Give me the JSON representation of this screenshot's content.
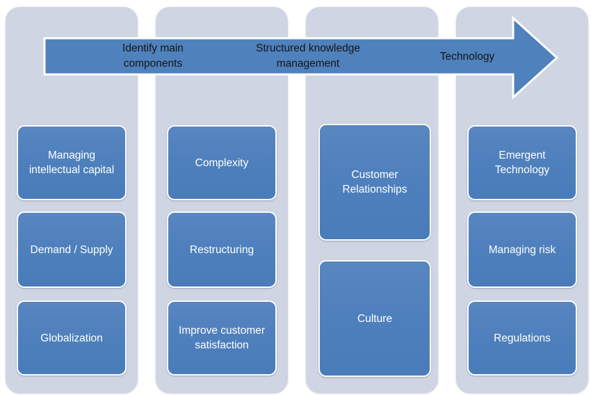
{
  "arrow": {
    "labels": [
      "Identify main components",
      "Structured knowledge management",
      "Technology"
    ],
    "fill_color": "#4f81bd",
    "border_color": "#ffffff",
    "text_color": "#151515"
  },
  "columns": [
    {
      "boxes": [
        "Managing intellectual capital",
        "Demand / Supply",
        "Globalization"
      ]
    },
    {
      "boxes": [
        "Complexity",
        "Restructuring",
        "Improve customer satisfaction"
      ]
    },
    {
      "boxes": [
        "Customer Relationships",
        "Culture"
      ]
    },
    {
      "boxes": [
        "Emergent Technology",
        "Managing risk",
        "Regulations"
      ]
    }
  ],
  "colors": {
    "column_background": "#cfd5e3",
    "box_fill": "#4f81bd",
    "box_border": "#ffffff",
    "box_text": "#ffffff",
    "page_background": "#ffffff"
  }
}
